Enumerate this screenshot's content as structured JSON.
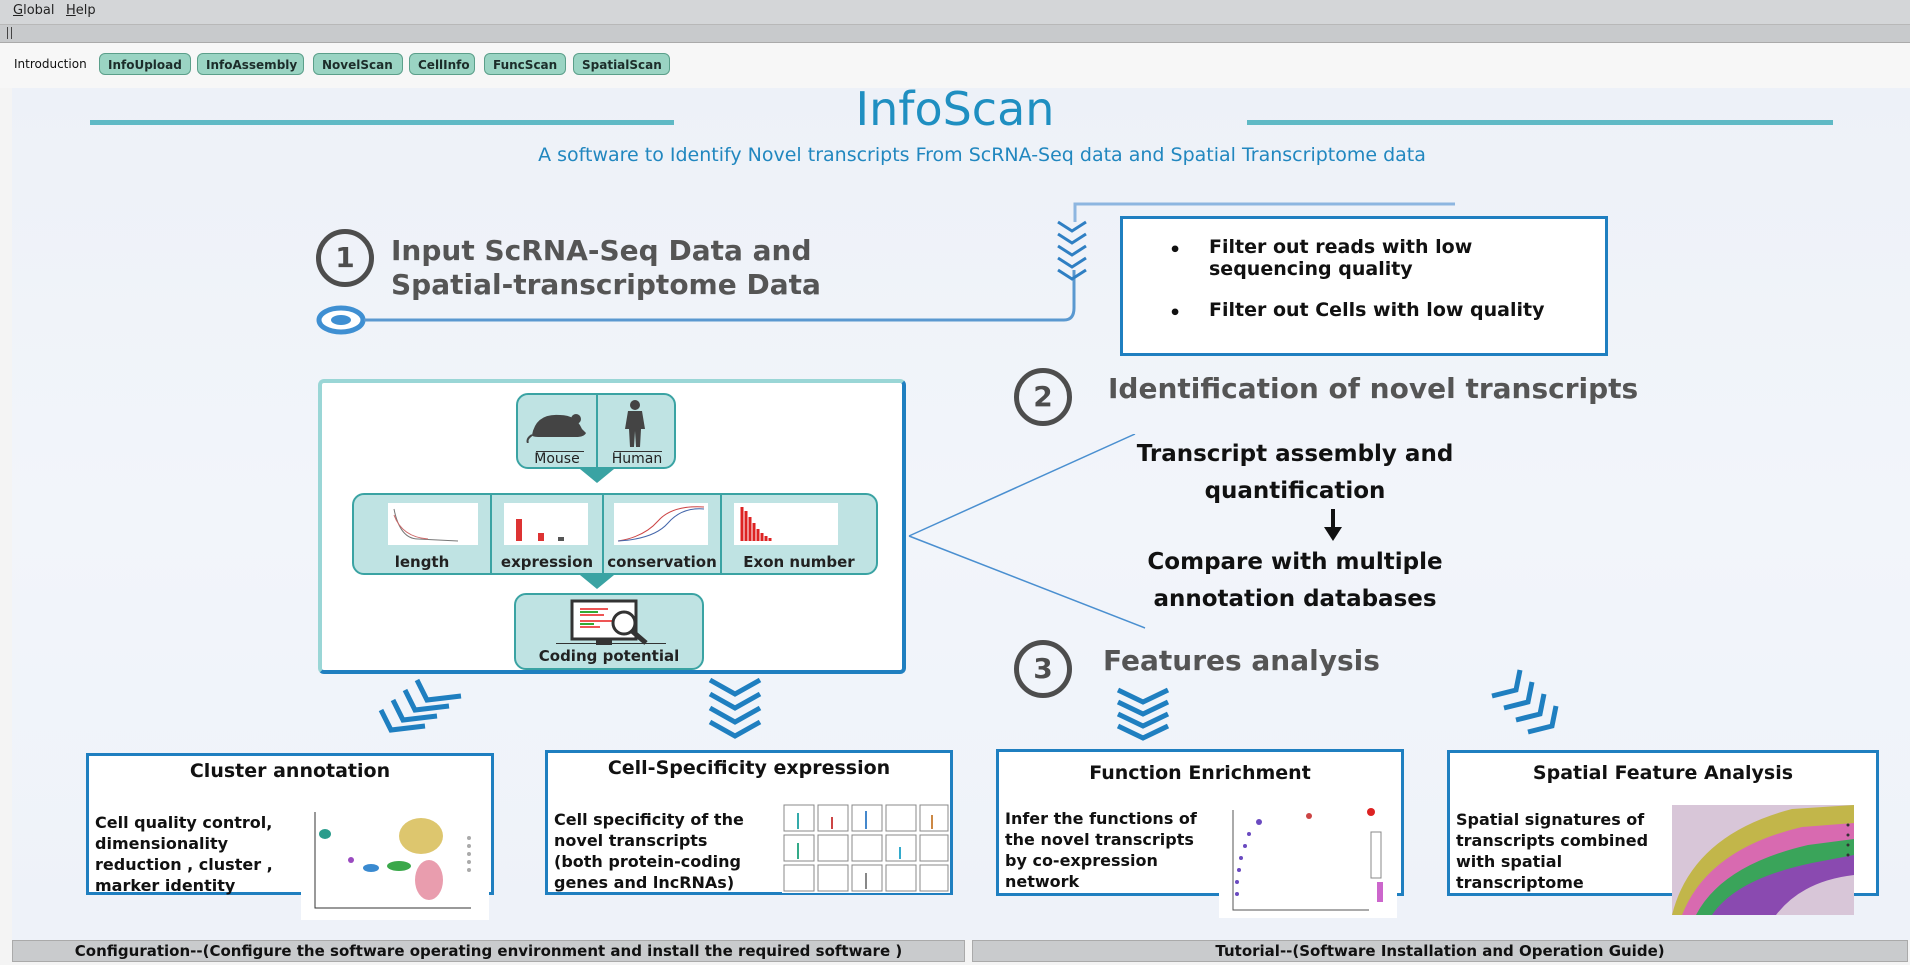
{
  "menu": {
    "global": "Global",
    "help": "Help"
  },
  "tabs": {
    "introduction": "Introduction",
    "buttons": [
      "InfoUpload",
      "InfoAssembly",
      "NovelScan",
      "CellInfo",
      "FuncScan",
      "SpatialScan"
    ]
  },
  "poster": {
    "title": "InfoScan",
    "subtitle": "A software to Identify Novel transcripts From ScRNA-Seq data and Spatial Transcriptome data",
    "step1": {
      "num": "1",
      "line1": "Input ScRNA-Seq Data and",
      "line2": "Spatial-transcriptome Data"
    },
    "filters": [
      "Filter out reads with low sequencing quality",
      "Filter out Cells with low quality"
    ],
    "step2": {
      "num": "2",
      "title": "Identification of novel transcripts"
    },
    "step3": {
      "num": "3",
      "title": "Features analysis"
    },
    "species": {
      "mouse": "Mouse",
      "human": "Human"
    },
    "features": [
      "length",
      "expression",
      "conservation",
      "Exon number"
    ],
    "coding": "Coding potential",
    "assembly": {
      "line1": "Transcript assembly and",
      "line2": "quantification"
    },
    "compare": {
      "line1": "Compare with multiple",
      "line2": "annotation databases"
    },
    "cards": [
      {
        "title": "Cluster annotation",
        "desc": [
          "Cell quality control,",
          "dimensionality",
          "reduction , cluster ,",
          "marker identity"
        ]
      },
      {
        "title": "Cell-Specificity expression",
        "desc": [
          "Cell specificity of the",
          "novel transcripts",
          "(both protein-coding",
          "genes and lncRNAs)"
        ]
      },
      {
        "title": "Function Enrichment",
        "desc": [
          "Infer the functions of",
          "the novel transcripts",
          "by co-expression",
          "network"
        ]
      },
      {
        "title": "Spatial Feature Analysis",
        "desc": [
          "Spatial signatures of",
          "transcripts combined",
          "with spatial",
          "transcriptome"
        ]
      }
    ]
  },
  "bottom": {
    "config": "Configuration--(Configure the software operating environment and install the required software )",
    "tutorial": "Tutorial--(Software Installation and Operation Guide)"
  }
}
